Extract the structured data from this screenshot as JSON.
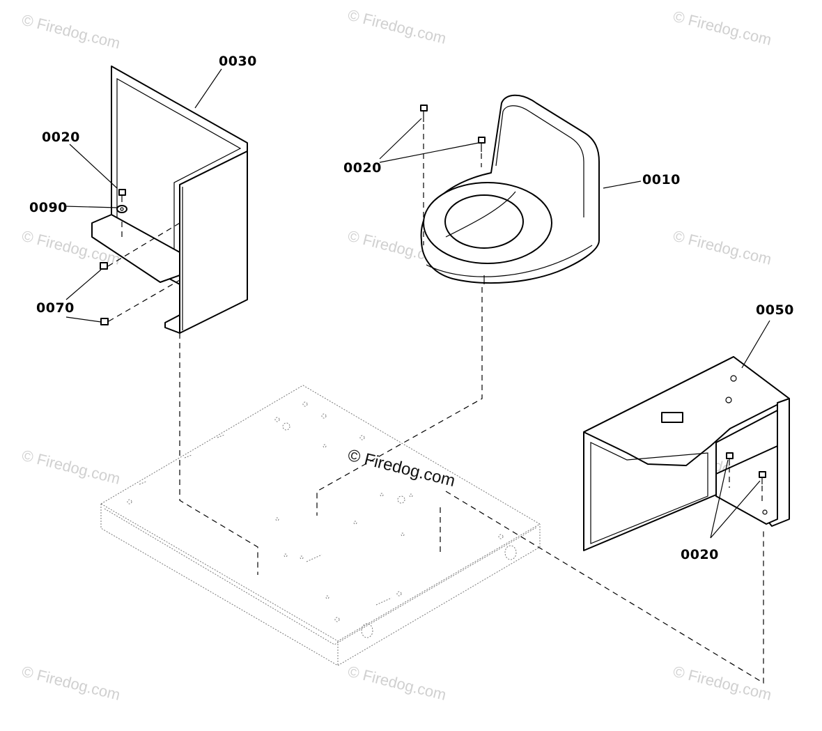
{
  "watermark": {
    "text": "© Firedog.com",
    "color": "#d0d0d0"
  },
  "parts": [
    {
      "id": "0010",
      "icon": "toilet-seat-shell-icon"
    },
    {
      "id": "0020",
      "icon": "bolt-icon"
    },
    {
      "id": "0030",
      "icon": "left-side-panel-icon"
    },
    {
      "id": "0050",
      "icon": "right-bracket-panel-icon"
    },
    {
      "id": "0070",
      "icon": "clip-nut-icon"
    },
    {
      "id": "0090",
      "icon": "washer-icon"
    }
  ],
  "callouts": {
    "c0030": "0030",
    "c0020_left": "0020",
    "c0090": "0090",
    "c0070": "0070",
    "c0020_top": "0020",
    "c0010": "0010",
    "c0050": "0050",
    "c0020_right": "0020"
  }
}
